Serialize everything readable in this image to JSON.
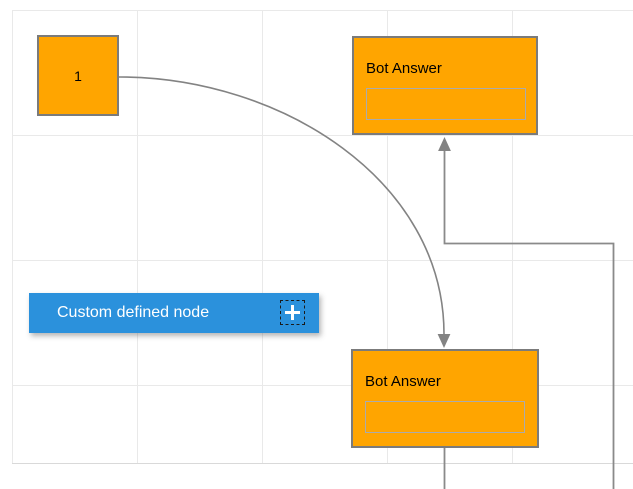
{
  "canvas": {
    "background": "#ffffff",
    "grid_color": "#e9e9e9",
    "page_edge_color": "#d9d9d9"
  },
  "nodes": {
    "start": {
      "label": "1",
      "fill": "#FFA500",
      "border": "#7b7b7b"
    },
    "bot_answer_top": {
      "title": "Bot Answer",
      "input_value": "",
      "fill": "#FFA500",
      "border": "#7b7b7b"
    },
    "bot_answer_bottom": {
      "title": "Bot Answer",
      "input_value": "",
      "fill": "#FFA500",
      "border": "#7b7b7b"
    },
    "custom": {
      "label": "Custom defined node",
      "fill": "#2B91DC",
      "text_color": "#ffffff",
      "icon": "plus-icon"
    }
  },
  "connectors": {
    "curve": {
      "type": "bezier",
      "from": "start",
      "to": "bot_answer_bottom",
      "color": "#838383",
      "arrow": "target"
    },
    "orthogonal": {
      "type": "orthogonal",
      "from": "bot_answer_bottom",
      "to": "bot_answer_top",
      "color": "#838383",
      "arrow": "target"
    }
  }
}
